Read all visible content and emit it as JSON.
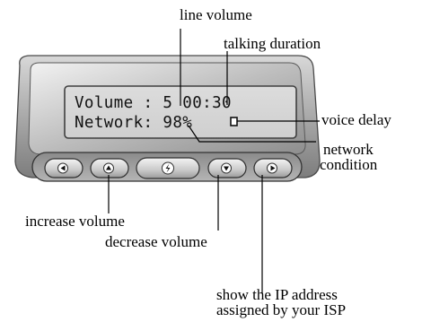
{
  "display": {
    "line1": "Volume : 5 00:30",
    "line2": "Network: 98%"
  },
  "callouts": {
    "line_volume": "line volume",
    "talking_duration": "talking duration",
    "voice_delay": "voice delay",
    "network_condition_1": "network",
    "network_condition_2": "condition",
    "increase_volume": "increase volume",
    "decrease_volume": "decrease volume",
    "ip_address_1": "show the IP address",
    "ip_address_2": "assigned by your ISP"
  },
  "buttons": [
    {
      "name": "left-arrow-button",
      "icon": "left-arrow-icon"
    },
    {
      "name": "increase-volume-button",
      "icon": "up-arrow-icon"
    },
    {
      "name": "action-button",
      "icon": "lightning-icon"
    },
    {
      "name": "decrease-volume-button",
      "icon": "down-arrow-icon"
    },
    {
      "name": "show-ip-button",
      "icon": "right-arrow-icon"
    }
  ]
}
